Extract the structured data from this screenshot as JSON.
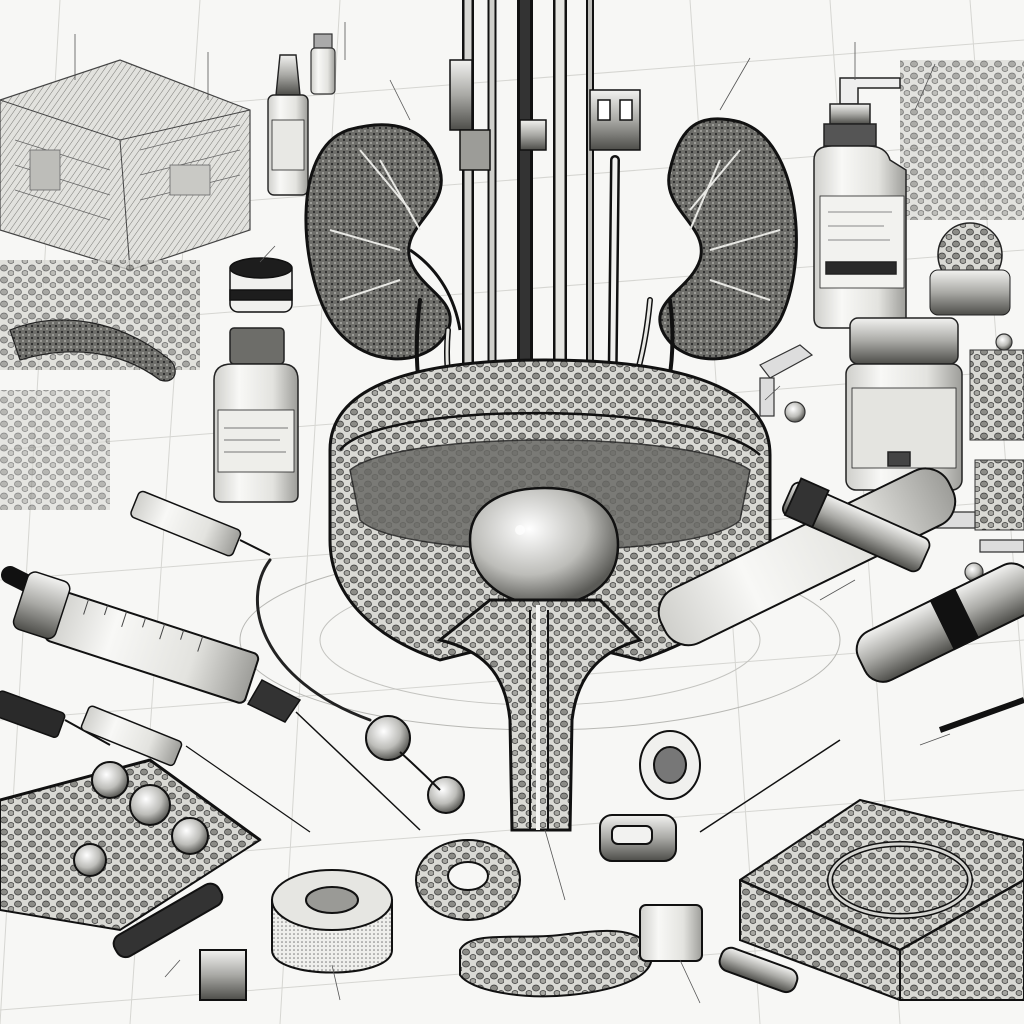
{
  "scene": {
    "palette": {
      "ink": "#1a1a1a",
      "paper": "#f7f7f5",
      "grid": "#d6d6d2",
      "shade": "#9a9a96",
      "mid": "#c9c9c5"
    },
    "icons": [
      "kidney-left",
      "kidney-right",
      "bladder",
      "urethra",
      "catheter-bundle",
      "iv-drip-connector",
      "syringe-large-left",
      "syringe-small-left",
      "syringe-right",
      "pen-injector-right",
      "pump-bottle",
      "medicine-jar",
      "medicine-bottle",
      "dropper-bottle",
      "ointment-jar",
      "pill-tray",
      "specimen-box",
      "tape-roll",
      "stoma-ring",
      "machinery-block",
      "grid-floor"
    ],
    "callouts": [
      "",
      "",
      "",
      "",
      "",
      "",
      "",
      "",
      "",
      "",
      "",
      ""
    ]
  }
}
